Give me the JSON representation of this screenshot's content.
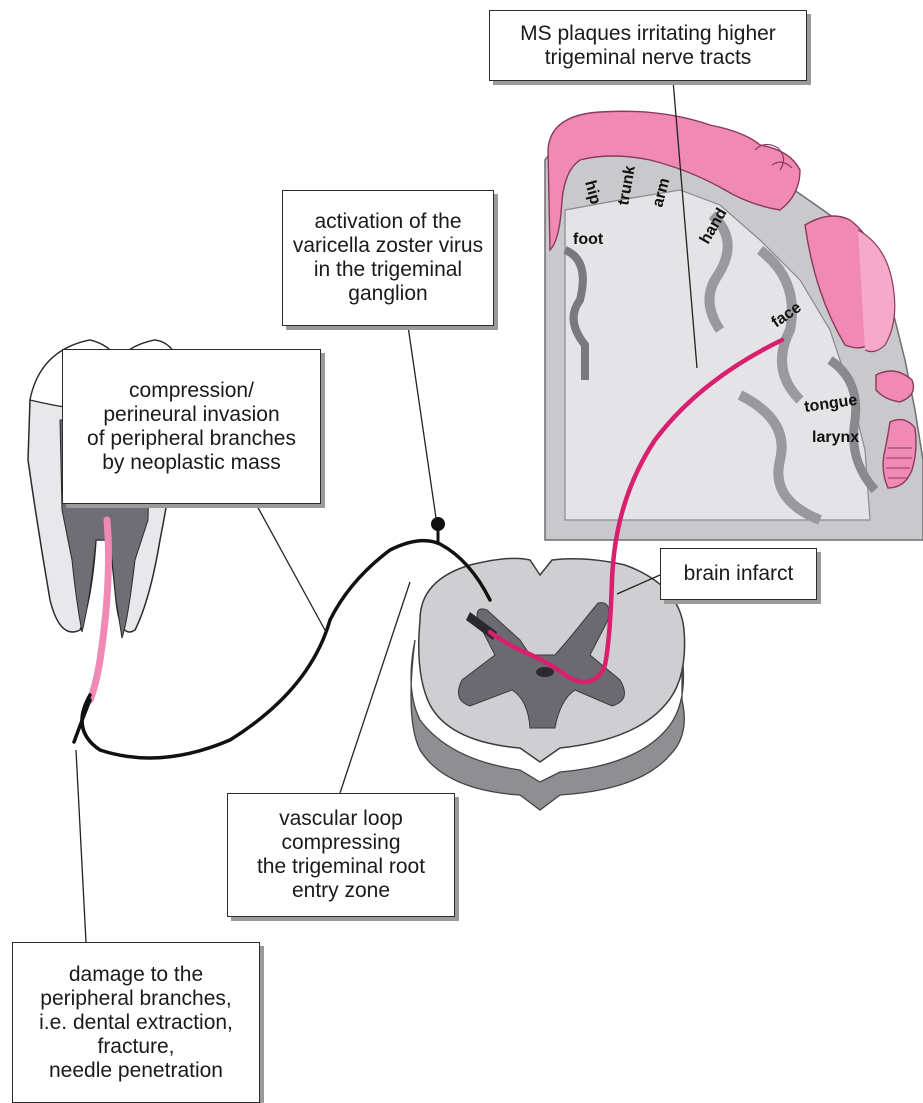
{
  "colors": {
    "pink": "#f08ab4",
    "pink_line": "#d8206e",
    "gray_light": "#cfcfd2",
    "gray_mid": "#a9a9ad",
    "gray_dark": "#6d6d72",
    "dark_pathway": "#111111"
  },
  "labels": {
    "ms_plaques": "MS plaques irritating higher\ntrigeminal nerve tracts",
    "vzv": "activation of the\nvaricella zoster virus\nin the trigeminal\nganglion",
    "compression": "compression/\nperineural invasion\nof peripheral branches\nby neoplastic mass",
    "infarct": "brain infarct",
    "vascular_loop": "vascular loop\ncompressing\nthe trigeminal root\nentry zone",
    "damage": "damage to the\nperipheral branches,\ni.e. dental extraction,\nfracture,\nneedle penetration"
  },
  "homunculus": {
    "hip": "hip",
    "trunk": "trunk",
    "arm": "arm",
    "foot": "foot",
    "hand": "hand",
    "face": "face",
    "tongue": "tongue",
    "larynx": "larynx"
  }
}
